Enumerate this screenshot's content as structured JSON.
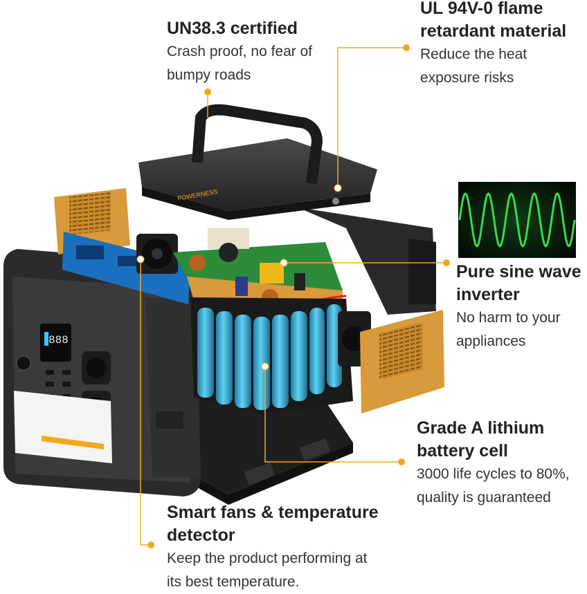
{
  "brand": {
    "logo_text": "POWERNESS",
    "accent": "#f3a81b"
  },
  "callouts": {
    "un383": {
      "title": "UN38.3 certified",
      "desc_line1": "Crash proof, no fear of",
      "desc_line2": "bumpy roads"
    },
    "ul94": {
      "title_line1": "UL 94V-0 flame",
      "title_line2": "retardant material",
      "desc_line1": "Reduce the heat",
      "desc_line2": "exposure risks"
    },
    "sine": {
      "title_line1": "Pure sine wave",
      "title_line2": "inverter",
      "desc_line1": "No harm to your",
      "desc_line2": "appliances"
    },
    "battery": {
      "title_line1": "Grade A lithium",
      "title_line2": "battery cell",
      "desc_line1": "3000 life cycles to 80%,",
      "desc_line2": "quality is guaranteed"
    },
    "fans": {
      "title_line1": "Smart fans & temperature",
      "title_line2": "detector",
      "desc_line1": "Keep the product performing at",
      "desc_line2": "its best temperature."
    }
  },
  "display": {
    "reading": "888"
  },
  "colors": {
    "body": "#2b2b2d",
    "panel_gold": "#d89a3a",
    "cell_blue": "#39b6e0",
    "pcb_green": "#2e8b3a",
    "wave_green": "#3bd94a"
  }
}
